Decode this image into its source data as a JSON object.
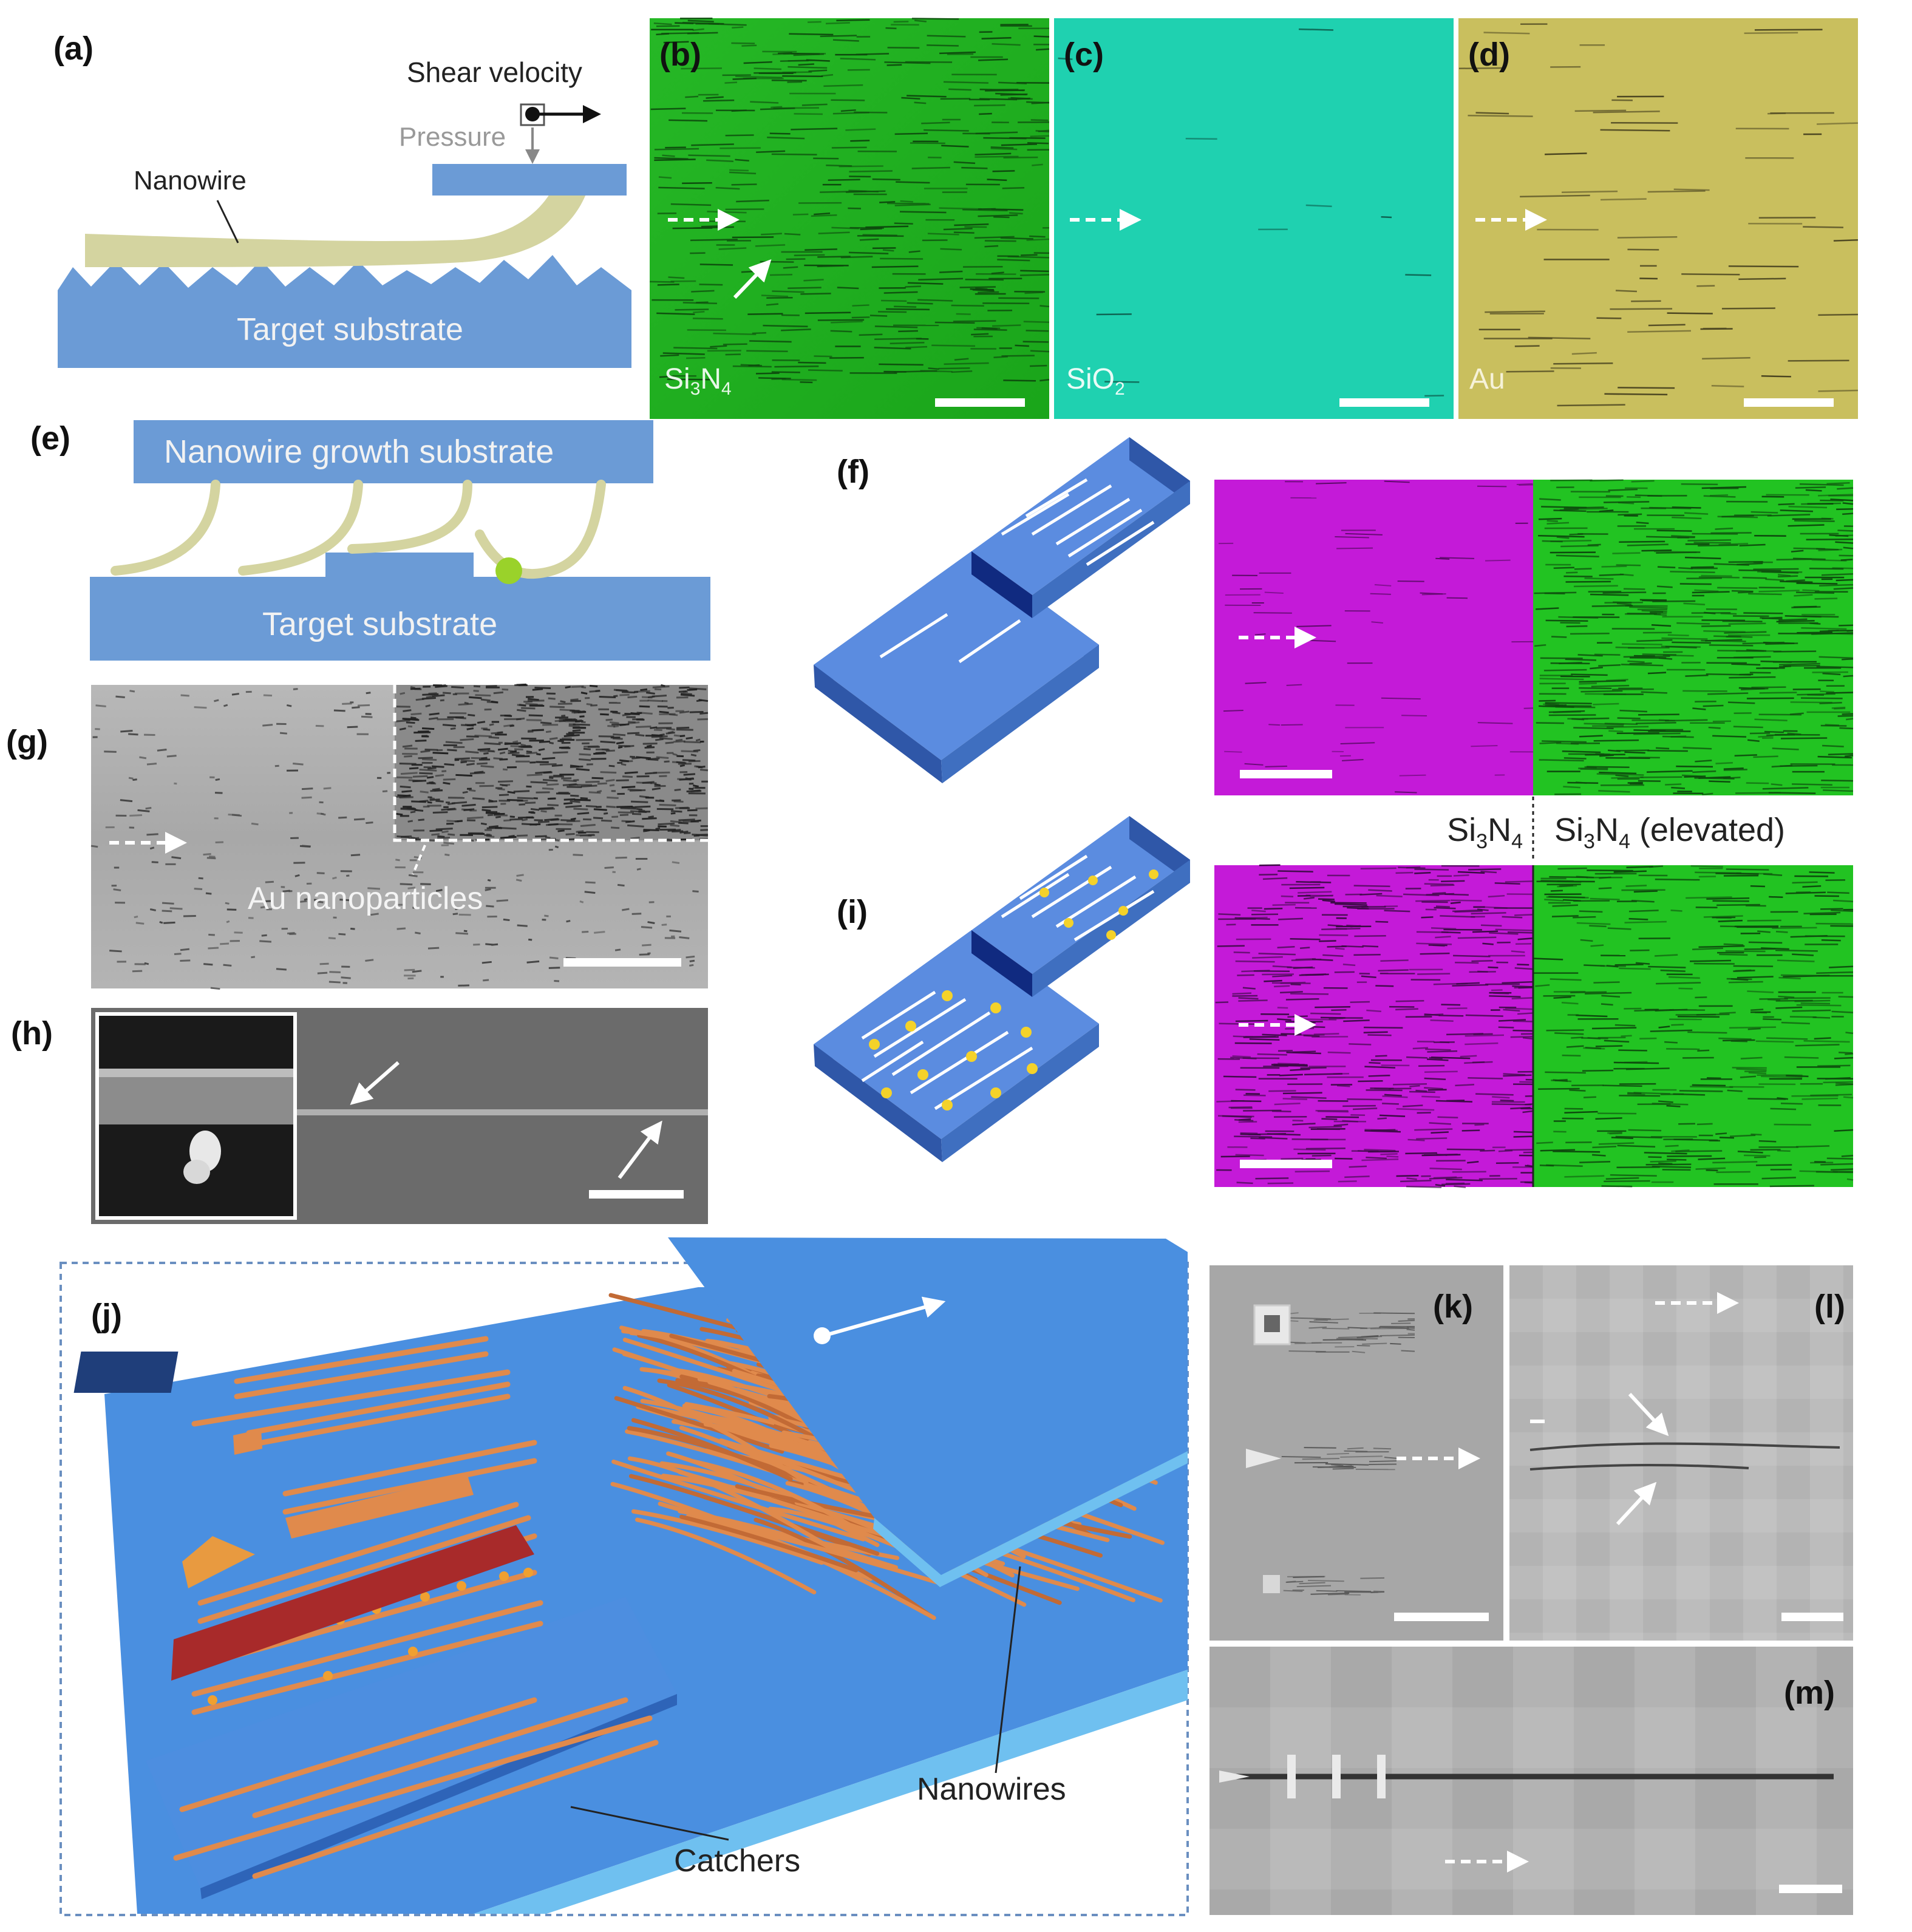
{
  "panels": {
    "a": {
      "label": "(a)",
      "shear_velocity": "Shear velocity",
      "pressure": "Pressure",
      "nanowire": "Nanowire",
      "target_substrate": "Target substrate"
    },
    "b": {
      "label": "(b)",
      "material_main": "Si",
      "sub1": "3",
      "material_mid": "N",
      "sub2": "4"
    },
    "c": {
      "label": "(c)",
      "material_main": "SiO",
      "sub1": "2"
    },
    "d": {
      "label": "(d)",
      "material": "Au"
    },
    "e": {
      "label": "(e)",
      "growth_substrate": "Nanowire growth substrate",
      "target_substrate": "Target substrate"
    },
    "f": {
      "label": "(f)"
    },
    "g": {
      "label": "(g)",
      "au_nanoparticles": "Au nanoparticles"
    },
    "h": {
      "label": "(h)"
    },
    "i": {
      "label": "(i)"
    },
    "fi_caption": {
      "left_main": "Si",
      "left_sub1": "3",
      "left_mid": "N",
      "left_sub2": "4",
      "right_main": "Si",
      "right_sub1": "3",
      "right_mid": "N",
      "right_sub2": "4",
      "right_suffix": " (elevated)"
    },
    "j": {
      "label": "(j)",
      "nanowires": "Nanowires",
      "catchers": "Catchers"
    },
    "k": {
      "label": "(k)"
    },
    "l": {
      "label": "(l)"
    },
    "m": {
      "label": "(m)"
    }
  },
  "colors": {
    "substrate_blue": "#6b9bd6",
    "nanowire_beige": "#d4d4a0",
    "si3n4_green": "#22c322",
    "sio2_teal": "#1fd1b0",
    "au_yellow": "#c9bf5e",
    "magenta": "#c41ad8",
    "sem_gray": "#9a9a9a",
    "copper": "#e08a4c",
    "scene_blue": "#4a8fe0"
  }
}
